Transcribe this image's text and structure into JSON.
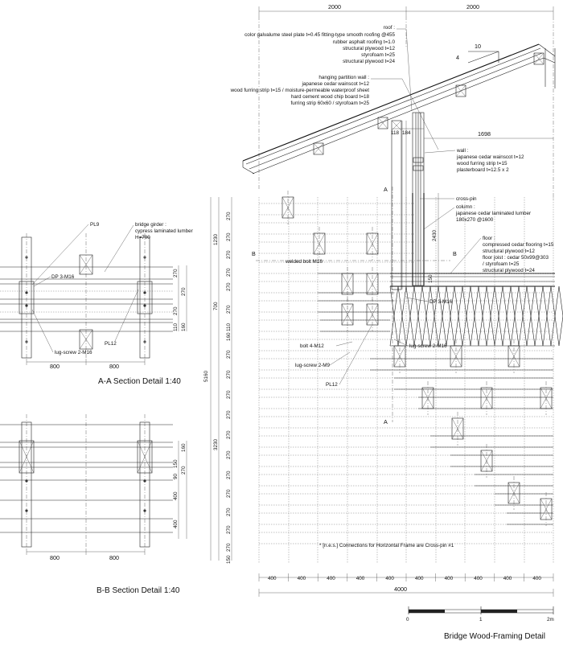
{
  "top_dims": [
    "2000",
    "2000"
  ],
  "roof": {
    "title": "roof :",
    "lines": [
      "color galvalume steel plate t=0.45 fitting-type smooth roofing @455",
      "rubber asphalt roofing t=1.0",
      "structural plywood t=12",
      "styrofoam t=25",
      "structural plywood t=24"
    ],
    "slope_rise": "4",
    "slope_run": "10"
  },
  "partition": {
    "title": "hanging partition wall :",
    "lines": [
      "japanese cedar wainscot t=12",
      "wood furring strip t=15 / moisture-permeable waterproof sheet",
      "hard cement wood chip board t=18",
      "furring strip 60x60 / styrofoam t=25"
    ]
  },
  "dims_misc": {
    "d118": "118",
    "d184": "184",
    "d1698": "1698",
    "d2430": "2430",
    "d150": "150"
  },
  "wall": {
    "title": "wall :",
    "lines": [
      "japanese cedar wainscot t=12",
      "wood furring strip t=15",
      "plasterboard t=12.5 x 2"
    ]
  },
  "cross_pin": "cross-pin",
  "column": {
    "title": "column :",
    "lines": [
      "japanese cedar laminated lumber",
      "180x270 @1600"
    ]
  },
  "floor": {
    "title": "floor :",
    "lines": [
      "compressed cedar flooring t=15",
      "structural plywood t=12",
      "floor joist : cedar 50x99@303",
      "/ styrofoam t=25",
      "structural plywood t=24"
    ]
  },
  "section_marks": {
    "a": "A",
    "b": "B"
  },
  "labels": {
    "welded_bolt": "welded bolt M16",
    "dp_main": "DP 3-M16",
    "lug_main": "lug-screw 2-M16",
    "bolt": "bolt 4-M12",
    "lug_m9": "lug-screw 2-M9",
    "pl12_main": "PL12"
  },
  "aa": {
    "pl9": "PL9",
    "girder_title": "bridge girder :",
    "girder_lines": [
      "cypress laminated lumber",
      "H=700"
    ],
    "dp": "DP 3-M16",
    "pl12": "PL12",
    "lug": "lug-screw 2-M16",
    "dims_right": [
      "270",
      "270",
      "270",
      "110",
      "160"
    ],
    "dims_bottom": [
      "800",
      "800"
    ],
    "title": "A-A Section Detail 1:40"
  },
  "bb": {
    "dims_right": [
      "160",
      "150",
      "90",
      "270",
      "400",
      "400"
    ],
    "dims_bottom": [
      "800",
      "800"
    ],
    "title": "B-B Section Detail 1:40"
  },
  "left_dims": {
    "outer_total": "5160",
    "upper_total": "1230",
    "mid": "700",
    "lower_total": "3230",
    "rows_upper": [
      "270",
      "270",
      "270",
      "270"
    ],
    "rows_mid": [
      "270",
      "270",
      "110",
      "160"
    ],
    "rows_lower": [
      "270",
      "270",
      "270",
      "270",
      "270",
      "270",
      "270",
      "270",
      "270",
      "270",
      "270",
      "150"
    ]
  },
  "bottom_dims": {
    "segments": [
      "400",
      "400",
      "400",
      "400",
      "400",
      "400",
      "400",
      "400",
      "400",
      "400"
    ],
    "total": "4000"
  },
  "note": "* [n.e.s.] Connections for Horizontal Frame are Cross-pin #1",
  "scale_bar": {
    "labels": [
      "0",
      "1",
      "2m"
    ]
  },
  "main_title": "Bridge Wood-Framing Detail"
}
